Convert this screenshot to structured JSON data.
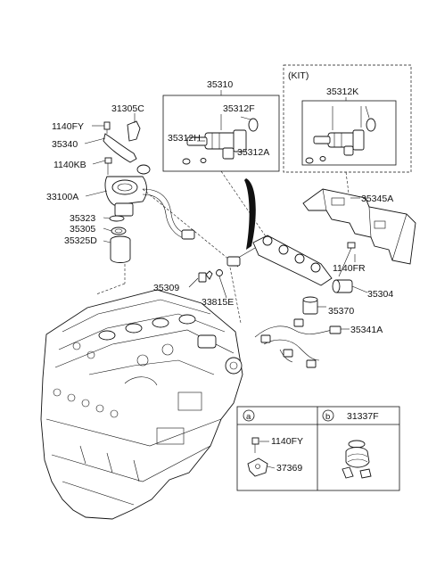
{
  "callouts": {
    "p35310": "35310",
    "p35312F": "35312F",
    "p35312H": "35312H",
    "p35312A": "35312A",
    "kit_title": "(KIT)",
    "p35312K": "35312K",
    "p31305C": "31305C",
    "p1140FY_top": "1140FY",
    "p35340": "35340",
    "p1140KB": "1140KB",
    "p33100A": "33100A",
    "p35323": "35323",
    "p35305": "35305",
    "p35325D": "35325D",
    "p35345A": "35345A",
    "p1140FR": "1140FR",
    "p35309": "35309",
    "p33815E": "33815E",
    "p35304": "35304",
    "p35370": "35370",
    "p35341A": "35341A"
  },
  "legend": {
    "a_letter": "a",
    "b_letter": "b",
    "b_part": "31337F",
    "a_part1": "1140FY",
    "a_part2": "37369"
  }
}
